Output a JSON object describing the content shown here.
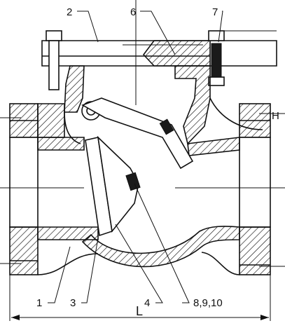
{
  "labels": {
    "top": [
      "2",
      "6",
      "7"
    ],
    "bottom": [
      "1",
      "3",
      "4",
      "8,9,10"
    ],
    "dimension_length": "L",
    "dimension_height": "H"
  },
  "colors": {
    "ink": "#111111",
    "background": "#ffffff"
  }
}
